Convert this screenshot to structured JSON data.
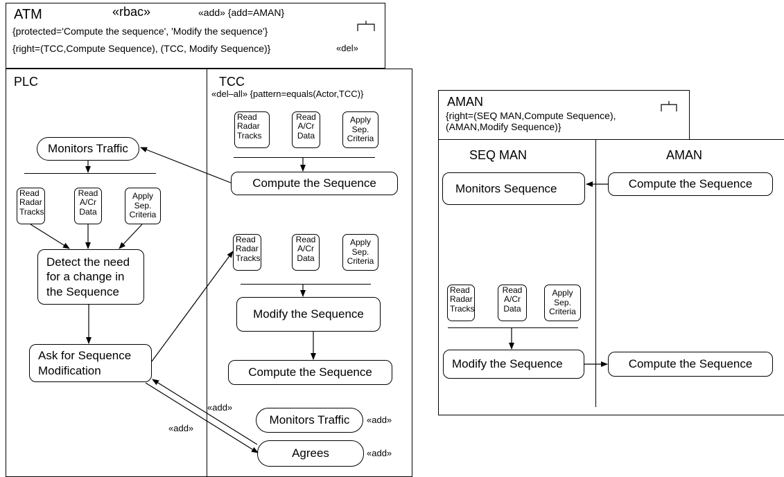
{
  "atm": {
    "title": "ATM",
    "stereotype": "«rbac»",
    "add": "«add» {add=AMAN}",
    "protected": "{protected='Compute the sequence', 'Modify the sequence'}",
    "right": "{right=(TCC,Compute Sequence), (TCC, Modify Sequence)}",
    "del": "«del»"
  },
  "lanes": {
    "plc": "PLC",
    "tcc": "TCC",
    "tcc_constraint": "«del–all» {pattern=equals(Actor,TCC)}"
  },
  "plc": {
    "monitors_traffic": "Monitors Traffic",
    "detect": [
      "Detect the need",
      "for a change in",
      "the Sequence"
    ],
    "ask": [
      "Ask for Sequence",
      "Modification"
    ]
  },
  "tcc": {
    "compute1": "Compute the Sequence",
    "modify": "Modify the Sequence",
    "compute2": "Compute the Sequence",
    "monitors_traffic": "Monitors Traffic",
    "agrees": "Agrees",
    "add_label": "«add»"
  },
  "small_actions": {
    "read_radar": [
      "Read",
      "Radar",
      "Tracks"
    ],
    "read_acr": [
      "Read",
      "A/Cr",
      "Data"
    ],
    "apply_sep": [
      "Apply",
      "Sep.",
      "Criteria"
    ]
  },
  "aman": {
    "title": "AMAN",
    "right": [
      "{right=(SEQ MAN,Compute Sequence),",
      "(AMAN,Modify Sequence)}"
    ],
    "lane_seqman": "SEQ MAN",
    "lane_aman": "AMAN",
    "monitors_sequence": "Monitors Sequence",
    "compute_top": "Compute the Sequence",
    "modify": "Modify the Sequence",
    "compute_bottom": "Compute the Sequence"
  }
}
